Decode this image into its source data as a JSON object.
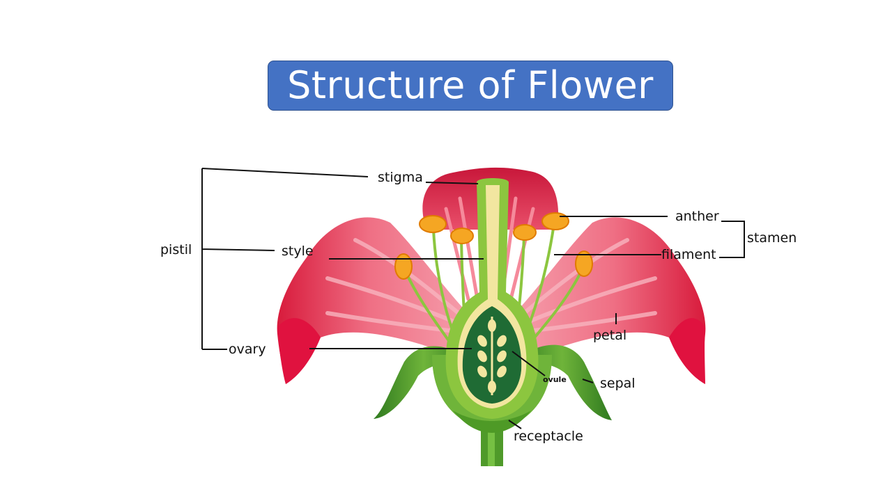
{
  "title": "Structure of Flower",
  "labels": {
    "stigma": "stigma",
    "anther": "anther",
    "stamen": "stamen",
    "pistil": "pistil",
    "style": "style",
    "filament": "filament",
    "petal": "petal",
    "ovary": "ovary",
    "ovule": "ovule",
    "sepal": "sepal",
    "receptacle": "receptacle"
  },
  "colors": {
    "title_bg": "#4472c4",
    "petal_dark": "#d81b3c",
    "petal_light": "#f07a8c",
    "stem_green": "#4e9a26",
    "anther": "#f5a623",
    "ovary_inner": "#1f6b34"
  }
}
